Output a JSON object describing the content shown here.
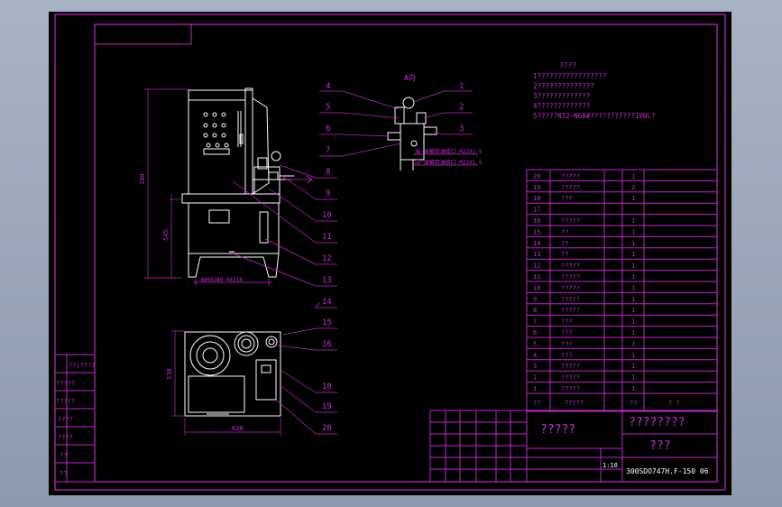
{
  "view_a": {
    "label": "A向"
  },
  "tech_notes": {
    "title": "????",
    "lines": [
      "1?????????????????",
      "2??????????????",
      "3?????????????",
      "4?????????????",
      "5?????N32~N68#???????????100L?"
    ]
  },
  "front_view": {
    "dim_height_total": "100",
    "dim_height_tank": "545",
    "dim_width": "480X380 4X¢16"
  },
  "top_view": {
    "dim_depth": "530",
    "dim_width": "620"
  },
  "view_a_annotations": [
    "溢 油箱回油接口  M22X1.5",
    "回 油箱回油接口  M22X1.5"
  ],
  "balloons_right": [
    "1",
    "2",
    "3"
  ],
  "balloons_left": [
    "4",
    "5",
    "6",
    "7",
    "8",
    "9",
    "10",
    "11",
    "12",
    "13",
    "14",
    "15",
    "16",
    "18",
    "19",
    "20"
  ],
  "parts_list": {
    "rows": [
      {
        "no": "20",
        "name": "?????",
        "qty": "1"
      },
      {
        "no": "19",
        "name": "?????",
        "qty": "2"
      },
      {
        "no": "18",
        "name": "???",
        "qty": "1"
      },
      {
        "no": "17",
        "name": "",
        "qty": ""
      },
      {
        "no": "16",
        "name": "?????",
        "qty": "1"
      },
      {
        "no": "15",
        "name": "??",
        "qty": "1"
      },
      {
        "no": "14",
        "name": "??",
        "qty": "1"
      },
      {
        "no": "13",
        "name": "??",
        "qty": "1"
      },
      {
        "no": "12",
        "name": "?????",
        "qty": "1"
      },
      {
        "no": "11",
        "name": "?????",
        "qty": "1"
      },
      {
        "no": "10",
        "name": "?????",
        "qty": "1"
      },
      {
        "no": "9",
        "name": "?????",
        "qty": "1"
      },
      {
        "no": "8",
        "name": "?????",
        "qty": "1"
      },
      {
        "no": "7",
        "name": "???",
        "qty": "1"
      },
      {
        "no": "6",
        "name": "???",
        "qty": "1"
      },
      {
        "no": "5",
        "name": "???",
        "qty": "1"
      },
      {
        "no": "4",
        "name": "???",
        "qty": "1"
      },
      {
        "no": "3",
        "name": "?????",
        "qty": "1"
      },
      {
        "no": "2",
        "name": "?????",
        "qty": "1"
      },
      {
        "no": "1",
        "name": "?????",
        "qty": "1"
      }
    ],
    "header": {
      "no": "??",
      "name": "?????",
      "qty": "??",
      "note": "? ?"
    }
  },
  "title_block": {
    "main_name": "?????",
    "company": "????????",
    "drawing_title": "???",
    "drawing_no": "300SDO747H.F-150 06",
    "scale": "1:10"
  },
  "left_strip": [
    "??|????",
    "?????",
    "?????",
    "????",
    "????",
    "??",
    "??"
  ],
  "colors": {
    "line": "#c028c8",
    "text": "#c030d0",
    "part": "#ffffff",
    "background": "#000000"
  }
}
